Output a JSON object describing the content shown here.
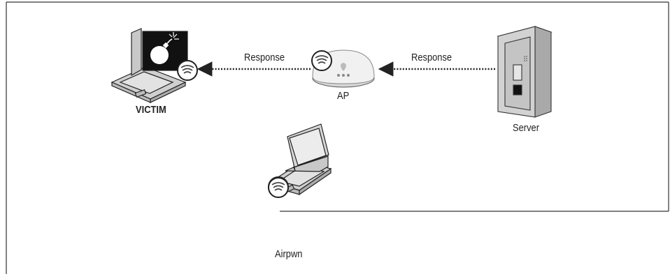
{
  "nodes": {
    "victim": {
      "label": "VICTIM",
      "icon": "laptop-bomb-icon"
    },
    "ap": {
      "label": "AP",
      "icon": "access-point-icon"
    },
    "server": {
      "label": "Server",
      "icon": "server-tower-icon"
    },
    "airpwn": {
      "label": "Airpwn",
      "icon": "laptop-icon"
    }
  },
  "edges": [
    {
      "from": "server",
      "to": "ap",
      "label": "Response",
      "style": "dotted-arrow"
    },
    {
      "from": "ap",
      "to": "victim",
      "label": "Response",
      "style": "dotted-arrow"
    }
  ],
  "colors": {
    "stroke": "#222222",
    "laptop_fill": "#cfcfcf",
    "laptop_screen": "#e6e6e6",
    "server_fill": "#d0d0d0",
    "bomb_screen": "#111111",
    "frame": "#333333"
  }
}
